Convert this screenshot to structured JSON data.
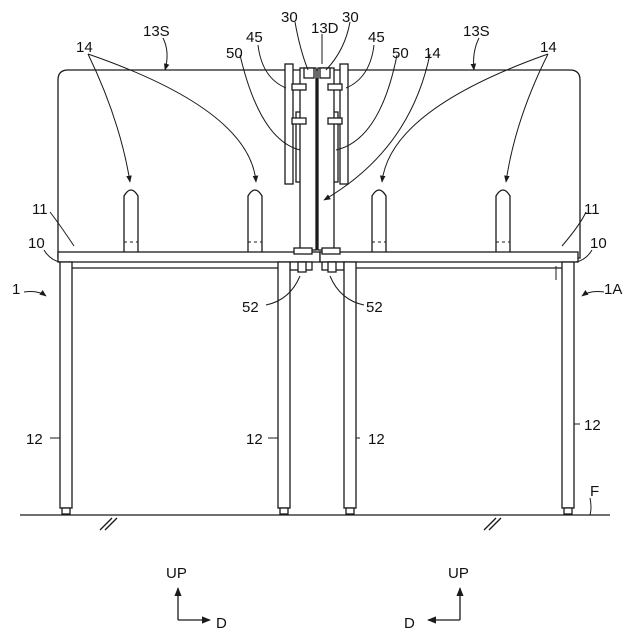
{
  "labels": {
    "screen_left": "13S",
    "screen_right": "13S",
    "center_top": "13D",
    "bracket_30_left": "30",
    "bracket_30_right": "30",
    "bracket_45_left": "45",
    "bracket_45_right": "45",
    "plate_50_left": "50",
    "plate_50_right": "50",
    "lamp_14_a": "14",
    "lamp_14_b": "14",
    "lamp_14_c": "14",
    "top_11_left": "11",
    "top_11_right": "11",
    "desk_10_left": "10",
    "desk_10_right": "10",
    "desk_1_left": "1",
    "desk_1a_right": "1A",
    "clamp_52_left": "52",
    "clamp_52_right": "52",
    "leg_12_a": "12",
    "leg_12_b": "12",
    "leg_12_c": "12",
    "leg_12_d": "12",
    "floor": "F"
  },
  "axes": {
    "left": {
      "up": "UP",
      "dir": "D"
    },
    "right": {
      "up": "UP",
      "dir": "D"
    }
  }
}
